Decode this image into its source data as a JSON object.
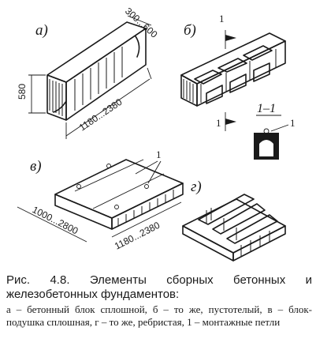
{
  "figure": {
    "panel_labels": {
      "a": "а)",
      "b": "б)",
      "v": "в)",
      "g": "г)"
    },
    "dimensions": {
      "a_width": "300...600",
      "a_height": "580",
      "a_length": "1180...2380",
      "v_width": "1000...2800",
      "v_length": "1180...2380"
    },
    "callout_number": "1",
    "section_mark": "1",
    "section_title": "1–1"
  },
  "caption": {
    "title": "Рис. 4.8. Элементы сборных бетонных и железобетонных фундаментов:",
    "legend": "а – бетонный блок сплошной, б – то же, пустотелый, в – блок-подушка сплошная, г – то же, ребристая, 1 – монтажные петли"
  }
}
